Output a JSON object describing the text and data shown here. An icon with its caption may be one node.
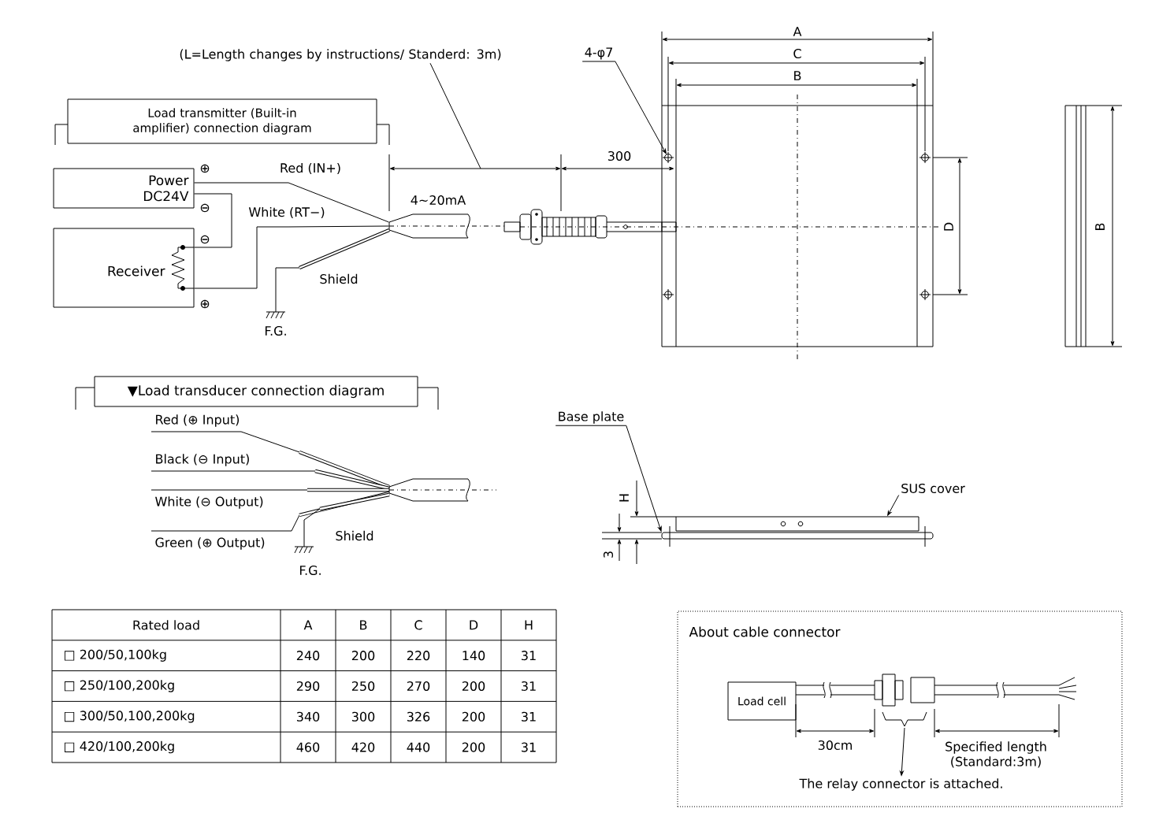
{
  "diagram": {
    "nodes": [
      {
        "text": [
          "(L=Length changes by instructions/ Standerd: 3m)"
        ]
      },
      {
        "text": [
          "4-φ7"
        ]
      },
      {
        "text": [
          "Load transmitter (Built-in amplifier) connection diagram"
        ]
      },
      {
        "text": [
          "Power DC24V"
        ]
      },
      {
        "text": [
          "Receiver"
        ]
      },
      {
        "text": [
          "▼Load transducer connection diagram"
        ]
      },
      {
        "text": [
          "Base plate"
        ]
      },
      {
        "text": [
          "SUS cover"
        ]
      },
      {
        "text": [
          "About cable connector"
        ]
      },
      {
        "text": [
          "Load cell"
        ],
        "in": 8
      },
      {
        "text": [
          "The relay connector is attached."
        ],
        "in": 8
      },
      {
        "text": [],
        "shape": "cylinder"
      },
      {
        "text": [],
        "shape": "bar"
      },
      {
        "text": [],
        "shape": "box"
      }
    ],
    "edges": [
      {
        "from": 0,
        "to": null,
        "arrow": "none"
      },
      {
        "from": 1,
        "to": null,
        "arrow": "to"
      },
      {
        "from": 3,
        "to": 4,
        "arrow": "none"
      },
      {
        "from": 3,
        "to": 11,
        "arrow": "none"
      },
      {
        "from": 4,
        "to": 11,
        "arrow": "none"
      },
      {
        "from": 6,
        "to": 12,
        "arrow": "to"
      },
      {
        "from": 7,
        "to": 13,
        "arrow": "to"
      },
      {
        "from": null,
        "to": 10,
        "arrow": "to"
      }
    ],
    "labels": [
      "A",
      "C",
      "B",
      "300",
      "⊕",
      "Red (IN+)",
      "4~20mA",
      "⊖",
      "White (RT−)",
      "D",
      "B",
      "⊖",
      "Shield",
      "⊕",
      "F.G.",
      "Red (⊕ Input)",
      "Black (⊖ Input)",
      "White (⊖ Output)",
      "Green (⊕ Output)",
      "Shield",
      "F.G.",
      "H",
      "3",
      "Rated load",
      "A",
      "B",
      "C",
      "D",
      "H",
      "□ 200/50,100kg",
      "240",
      "200",
      "220",
      "140",
      "31",
      "□ 250/100,200kg",
      "290",
      "250",
      "270",
      "200",
      "31",
      "□ 300/50,100,200kg",
      "340",
      "300",
      "326",
      "200",
      "31",
      "□ 420/100,200kg",
      "460",
      "420",
      "440",
      "200",
      "31",
      "30cm",
      "Specified length (Standard:3m)"
    ]
  }
}
